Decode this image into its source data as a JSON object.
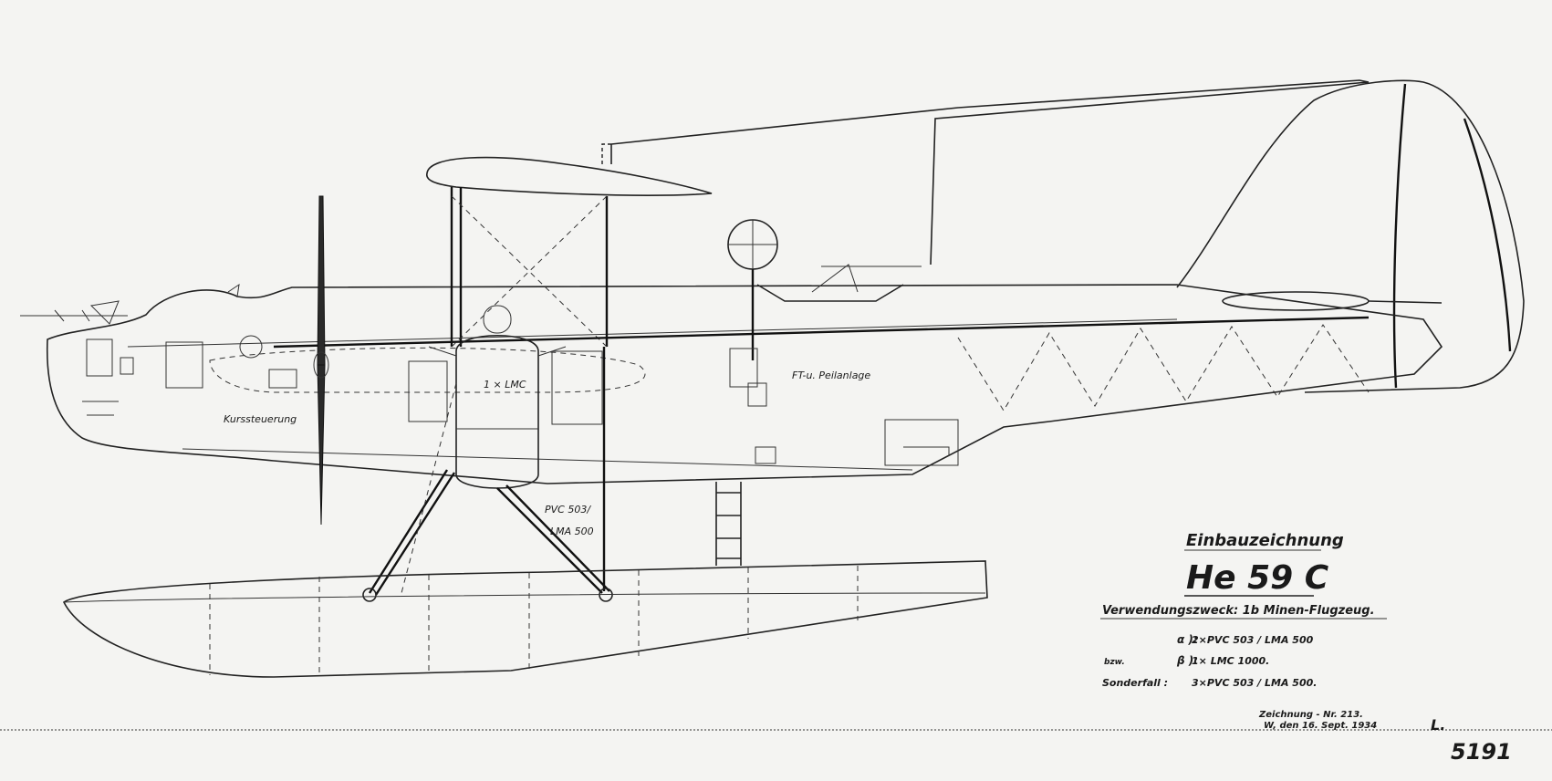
{
  "labels": {
    "lmc": "1 × LMC",
    "ft": "FT-u. Peilanlage",
    "kurs": "Kurssteuerung",
    "pvc1": "PVC 503/",
    "pvc2": "LMA 500"
  },
  "title_block": {
    "heading": "Einbauzeichnung",
    "type": "He 59 C",
    "purpose": "Verwendungszweck: 1b   Minen-Flugzeug.",
    "rows": [
      {
        "prefix": "",
        "key": "α ):",
        "value": "2×PVC 503 / LMA 500"
      },
      {
        "prefix": "bzw.",
        "key": "β ):",
        "value": "1× LMC  1000."
      },
      {
        "prefix": "",
        "key": "Sonderfall :",
        "value": "3×PVC 503 / LMA 500."
      }
    ],
    "drawing_no": "Zeichnung - Nr. 213.",
    "date": "W, den 16. Sept. 1934",
    "signature": "L.",
    "sheet_number": "5191"
  },
  "colors": {
    "paper": "#f4f4f2",
    "ink": "#1a1a1a"
  }
}
